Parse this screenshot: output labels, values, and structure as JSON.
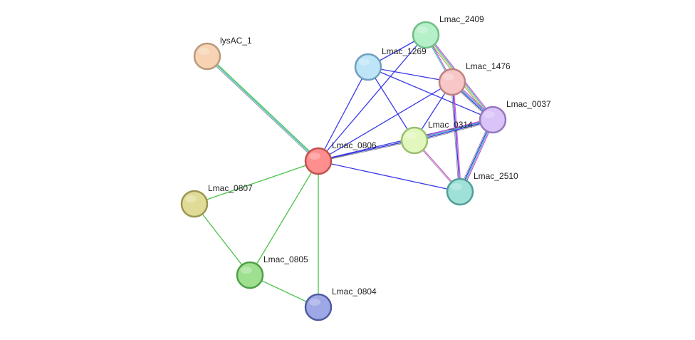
{
  "colors": {
    "blue_edge": "#2e2ee6",
    "green_edge": "#3fbf3f",
    "magenta_edge": "#d24fd2",
    "cyan_edge": "#3ab8c8",
    "yellow_edge": "#c8d840",
    "dark_edge": "#333333"
  },
  "nodes": [
    {
      "id": "lysAC_1",
      "label": "lysAC_1",
      "fill": "#f7d3b3",
      "stroke": "#b89a7c"
    },
    {
      "id": "Lmac_2409",
      "label": "Lmac_2409",
      "fill": "#b5f0c8",
      "stroke": "#6fbf87"
    },
    {
      "id": "Lmac_1269",
      "label": "Lmac_1269",
      "fill": "#bde4f7",
      "stroke": "#6f9fbf"
    },
    {
      "id": "Lmac_1476",
      "label": "Lmac_1476",
      "fill": "#f7c6c6",
      "stroke": "#c08181"
    },
    {
      "id": "Lmac_0037",
      "label": "Lmac_0037",
      "fill": "#d9c3f7",
      "stroke": "#9577c0"
    },
    {
      "id": "Lmac_0314",
      "label": "Lmac_0314",
      "fill": "#e2f7bd",
      "stroke": "#9abf6f"
    },
    {
      "id": "Lmac_0806",
      "label": "Lmac_0806",
      "fill": "#ff8f8f",
      "stroke": "#c0504d"
    },
    {
      "id": "Lmac_2510",
      "label": "Lmac_2510",
      "fill": "#9fe0d8",
      "stroke": "#4e9f96"
    },
    {
      "id": "Lmac_0807",
      "label": "Lmac_0807",
      "fill": "#e0dc98",
      "stroke": "#9c9650"
    },
    {
      "id": "Lmac_0805",
      "label": "Lmac_0805",
      "fill": "#9fe090",
      "stroke": "#4f9f48"
    },
    {
      "id": "Lmac_0804",
      "label": "Lmac_0804",
      "fill": "#9fa8e6",
      "stroke": "#4f5aa0"
    }
  ],
  "edges": [
    {
      "source": "lysAC_1",
      "target": "Lmac_0806",
      "types": [
        "green_edge",
        "cyan_edge",
        "dark_edge"
      ]
    },
    {
      "source": "Lmac_0806",
      "target": "Lmac_2409",
      "types": [
        "blue_edge"
      ]
    },
    {
      "source": "Lmac_0806",
      "target": "Lmac_1269",
      "types": [
        "blue_edge"
      ]
    },
    {
      "source": "Lmac_0806",
      "target": "Lmac_1476",
      "types": [
        "blue_edge"
      ]
    },
    {
      "source": "Lmac_0806",
      "target": "Lmac_0037",
      "types": [
        "blue_edge",
        "dark_edge"
      ]
    },
    {
      "source": "Lmac_0806",
      "target": "Lmac_0314",
      "types": [
        "blue_edge",
        "dark_edge"
      ]
    },
    {
      "source": "Lmac_0806",
      "target": "Lmac_2510",
      "types": [
        "blue_edge"
      ]
    },
    {
      "source": "Lmac_0806",
      "target": "Lmac_0807",
      "types": [
        "green_edge"
      ]
    },
    {
      "source": "Lmac_0806",
      "target": "Lmac_0805",
      "types": [
        "green_edge"
      ]
    },
    {
      "source": "Lmac_0806",
      "target": "Lmac_0804",
      "types": [
        "green_edge"
      ]
    },
    {
      "source": "Lmac_0807",
      "target": "Lmac_0805",
      "types": [
        "green_edge"
      ]
    },
    {
      "source": "Lmac_0805",
      "target": "Lmac_0804",
      "types": [
        "green_edge"
      ]
    },
    {
      "source": "Lmac_1269",
      "target": "Lmac_2409",
      "types": [
        "blue_edge"
      ]
    },
    {
      "source": "Lmac_1269",
      "target": "Lmac_1476",
      "types": [
        "blue_edge"
      ]
    },
    {
      "source": "Lmac_1269",
      "target": "Lmac_0314",
      "types": [
        "blue_edge"
      ]
    },
    {
      "source": "Lmac_1269",
      "target": "Lmac_0037",
      "types": [
        "blue_edge"
      ]
    },
    {
      "source": "Lmac_2409",
      "target": "Lmac_1476",
      "types": [
        "magenta_edge",
        "cyan_edge"
      ]
    },
    {
      "source": "Lmac_2409",
      "target": "Lmac_0037",
      "types": [
        "magenta_edge",
        "cyan_edge",
        "yellow_edge",
        "dark_edge"
      ]
    },
    {
      "source": "Lmac_1476",
      "target": "Lmac_0037",
      "types": [
        "magenta_edge",
        "cyan_edge",
        "blue_edge",
        "dark_edge"
      ]
    },
    {
      "source": "Lmac_1476",
      "target": "Lmac_0314",
      "types": [
        "blue_edge"
      ]
    },
    {
      "source": "Lmac_1476",
      "target": "Lmac_2510",
      "types": [
        "magenta_edge",
        "blue_edge",
        "dark_edge"
      ]
    },
    {
      "source": "Lmac_0314",
      "target": "Lmac_0037",
      "types": [
        "magenta_edge",
        "cyan_edge",
        "blue_edge",
        "dark_edge"
      ]
    },
    {
      "source": "Lmac_0314",
      "target": "Lmac_2510",
      "types": [
        "magenta_edge",
        "dark_edge"
      ]
    },
    {
      "source": "Lmac_0037",
      "target": "Lmac_2510",
      "types": [
        "magenta_edge",
        "cyan_edge",
        "blue_edge",
        "dark_edge"
      ]
    }
  ]
}
